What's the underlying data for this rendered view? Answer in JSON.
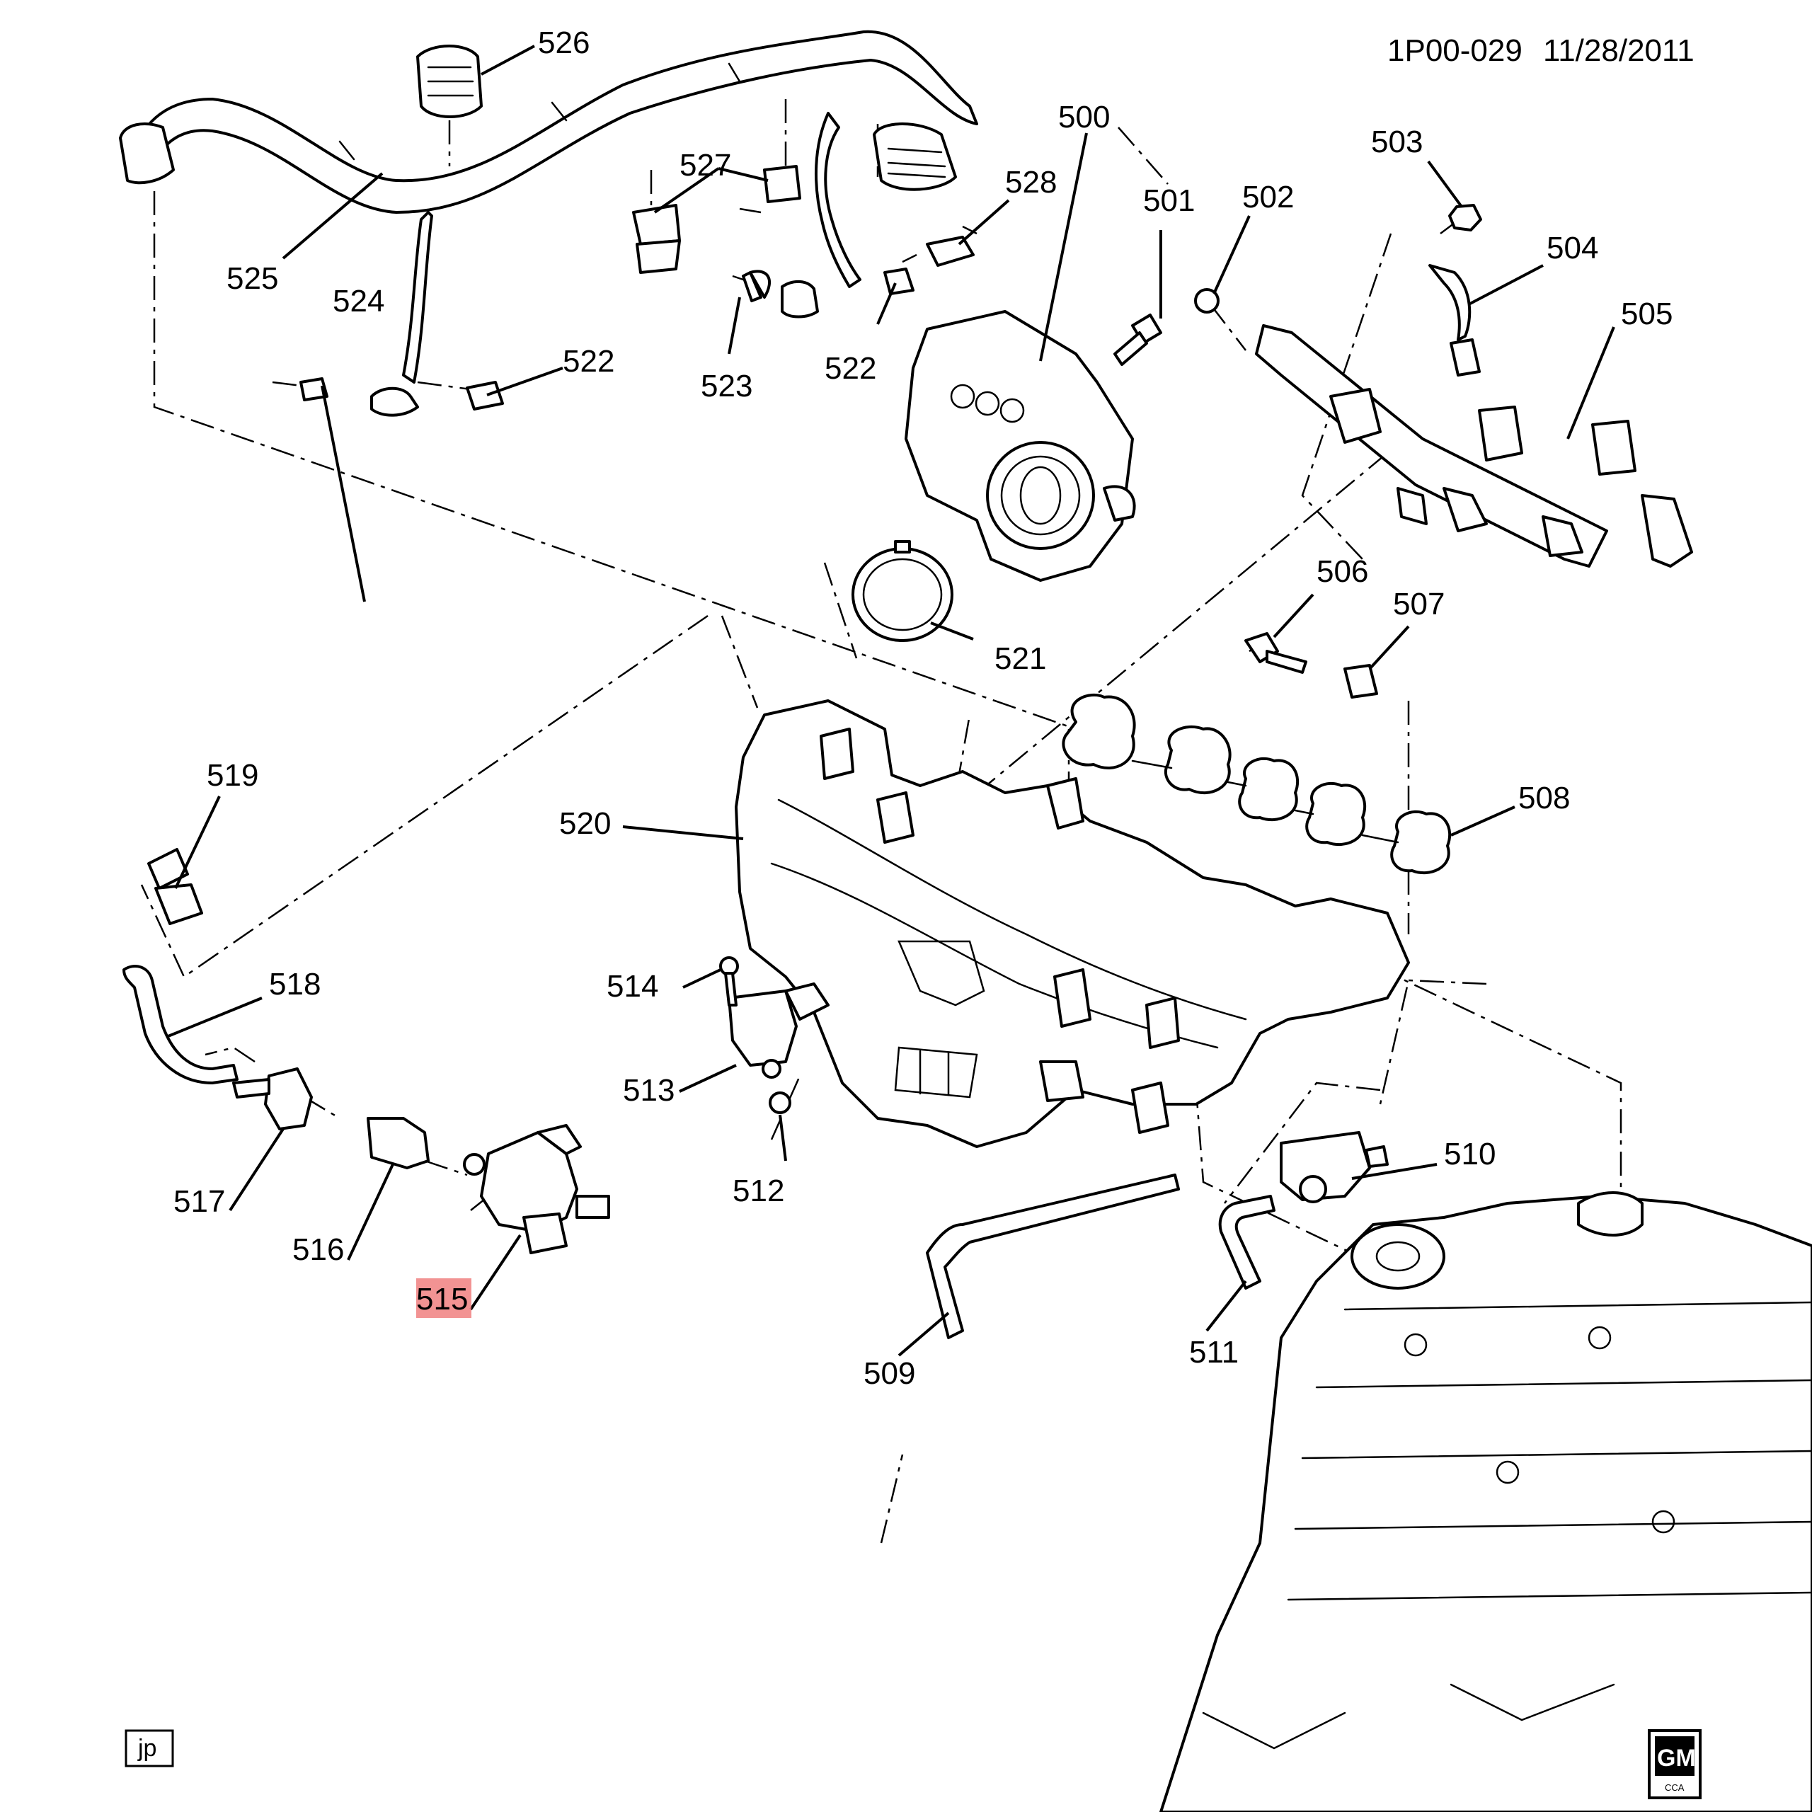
{
  "header": {
    "drawing_id": "1P00-029",
    "date": "11/28/2011"
  },
  "callouts": [
    {
      "id": "500",
      "label": "500"
    },
    {
      "id": "501",
      "label": "501"
    },
    {
      "id": "502",
      "label": "502"
    },
    {
      "id": "503",
      "label": "503"
    },
    {
      "id": "504",
      "label": "504"
    },
    {
      "id": "505",
      "label": "505"
    },
    {
      "id": "506",
      "label": "506"
    },
    {
      "id": "507",
      "label": "507"
    },
    {
      "id": "508",
      "label": "508"
    },
    {
      "id": "509",
      "label": "509"
    },
    {
      "id": "510",
      "label": "510"
    },
    {
      "id": "511",
      "label": "511"
    },
    {
      "id": "512",
      "label": "512"
    },
    {
      "id": "513",
      "label": "513"
    },
    {
      "id": "514",
      "label": "514"
    },
    {
      "id": "515",
      "label": "515",
      "highlighted": true
    },
    {
      "id": "516",
      "label": "516"
    },
    {
      "id": "517",
      "label": "517"
    },
    {
      "id": "518",
      "label": "518"
    },
    {
      "id": "519",
      "label": "519"
    },
    {
      "id": "520",
      "label": "520"
    },
    {
      "id": "521",
      "label": "521"
    },
    {
      "id": "522a",
      "label": "522"
    },
    {
      "id": "522b",
      "label": "522"
    },
    {
      "id": "523",
      "label": "523"
    },
    {
      "id": "524",
      "label": "524"
    },
    {
      "id": "525",
      "label": "525"
    },
    {
      "id": "526",
      "label": "526"
    },
    {
      "id": "527",
      "label": "527"
    },
    {
      "id": "528",
      "label": "528"
    }
  ],
  "footer": {
    "tag": "jp",
    "logo": "GM",
    "logo_sub": "CCA"
  },
  "colors": {
    "line": "#000000",
    "background": "#ffffff",
    "highlight": "#f08080"
  }
}
